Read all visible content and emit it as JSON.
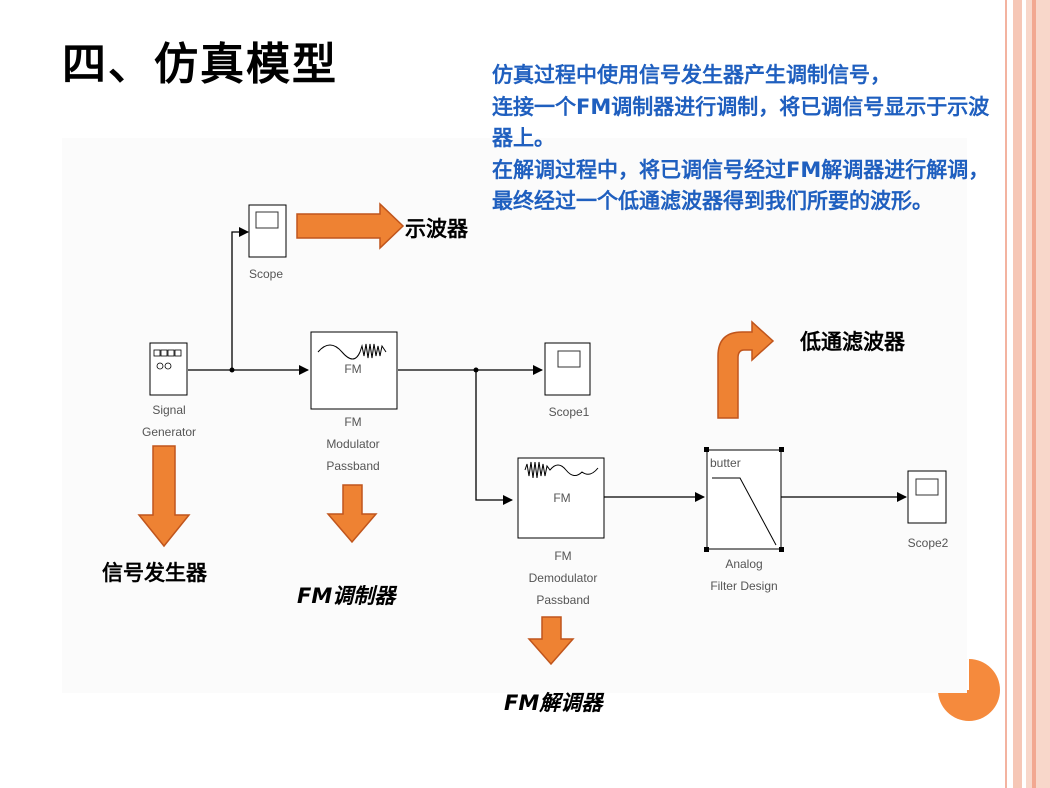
{
  "slide": {
    "title": "四、仿真模型",
    "description": "仿真过程中使用信号发生器产生调制信号，\n连接一个FM调制器进行调制，将已调信号显示于示波器上。\n在解调过程中，将已调信号经过FM解调器进行解调，最终经过一个低通滤波器得到我们所要的波形。"
  },
  "blocks": {
    "scope": "Scope",
    "signal_generator": "Signal\nGenerator",
    "fm_mod_inner": "FM",
    "fm_mod": "FM\nModulator\nPassband",
    "scope1": "Scope1",
    "fm_demod_inner": "FM",
    "fm_demod": "FM\nDemodulator\nPassband",
    "filter_inner": "butter",
    "filter": "Analog\nFilter Design",
    "scope2": "Scope2"
  },
  "callouts": {
    "scope": "示波器",
    "signal_generator": "信号发生器",
    "fm_mod": "FM调制器",
    "fm_demod": "FM解调器",
    "filter": "低通滤波器"
  },
  "colors": {
    "arrow_fill": "#ee8233",
    "arrow_stroke": "#c0551c",
    "text_blue": "#1f5fbf",
    "stripe": "#f4b8a4"
  }
}
